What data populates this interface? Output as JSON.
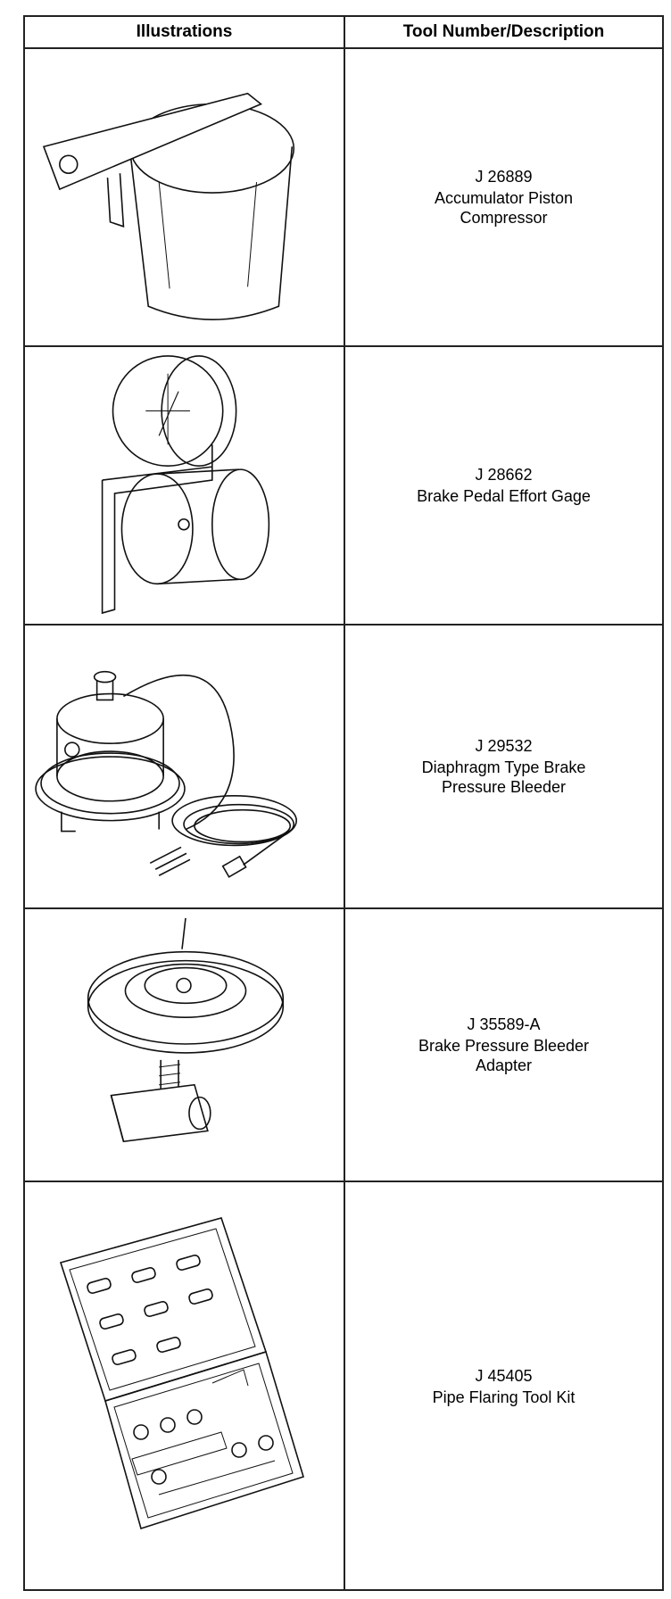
{
  "table": {
    "header": {
      "col1": "Illustrations",
      "col2": "Tool Number/Description"
    },
    "rows": [
      {
        "number": "J 26889",
        "description": "Accumulator Piston\nCompressor",
        "illustration": "accumulator-piston-compressor-drawing"
      },
      {
        "number": "J 28662",
        "description": "Brake Pedal Effort Gage",
        "illustration": "brake-pedal-effort-gage-drawing"
      },
      {
        "number": "J 29532",
        "description": "Diaphragm Type Brake\nPressure Bleeder",
        "illustration": "diaphragm-brake-pressure-bleeder-drawing"
      },
      {
        "number": "J 35589-A",
        "description": "Brake Pressure Bleeder\nAdapter",
        "illustration": "brake-pressure-bleeder-adapter-drawing"
      },
      {
        "number": "J 45405",
        "description": "Pipe Flaring Tool Kit",
        "illustration": "pipe-flaring-tool-kit-drawing"
      }
    ]
  }
}
